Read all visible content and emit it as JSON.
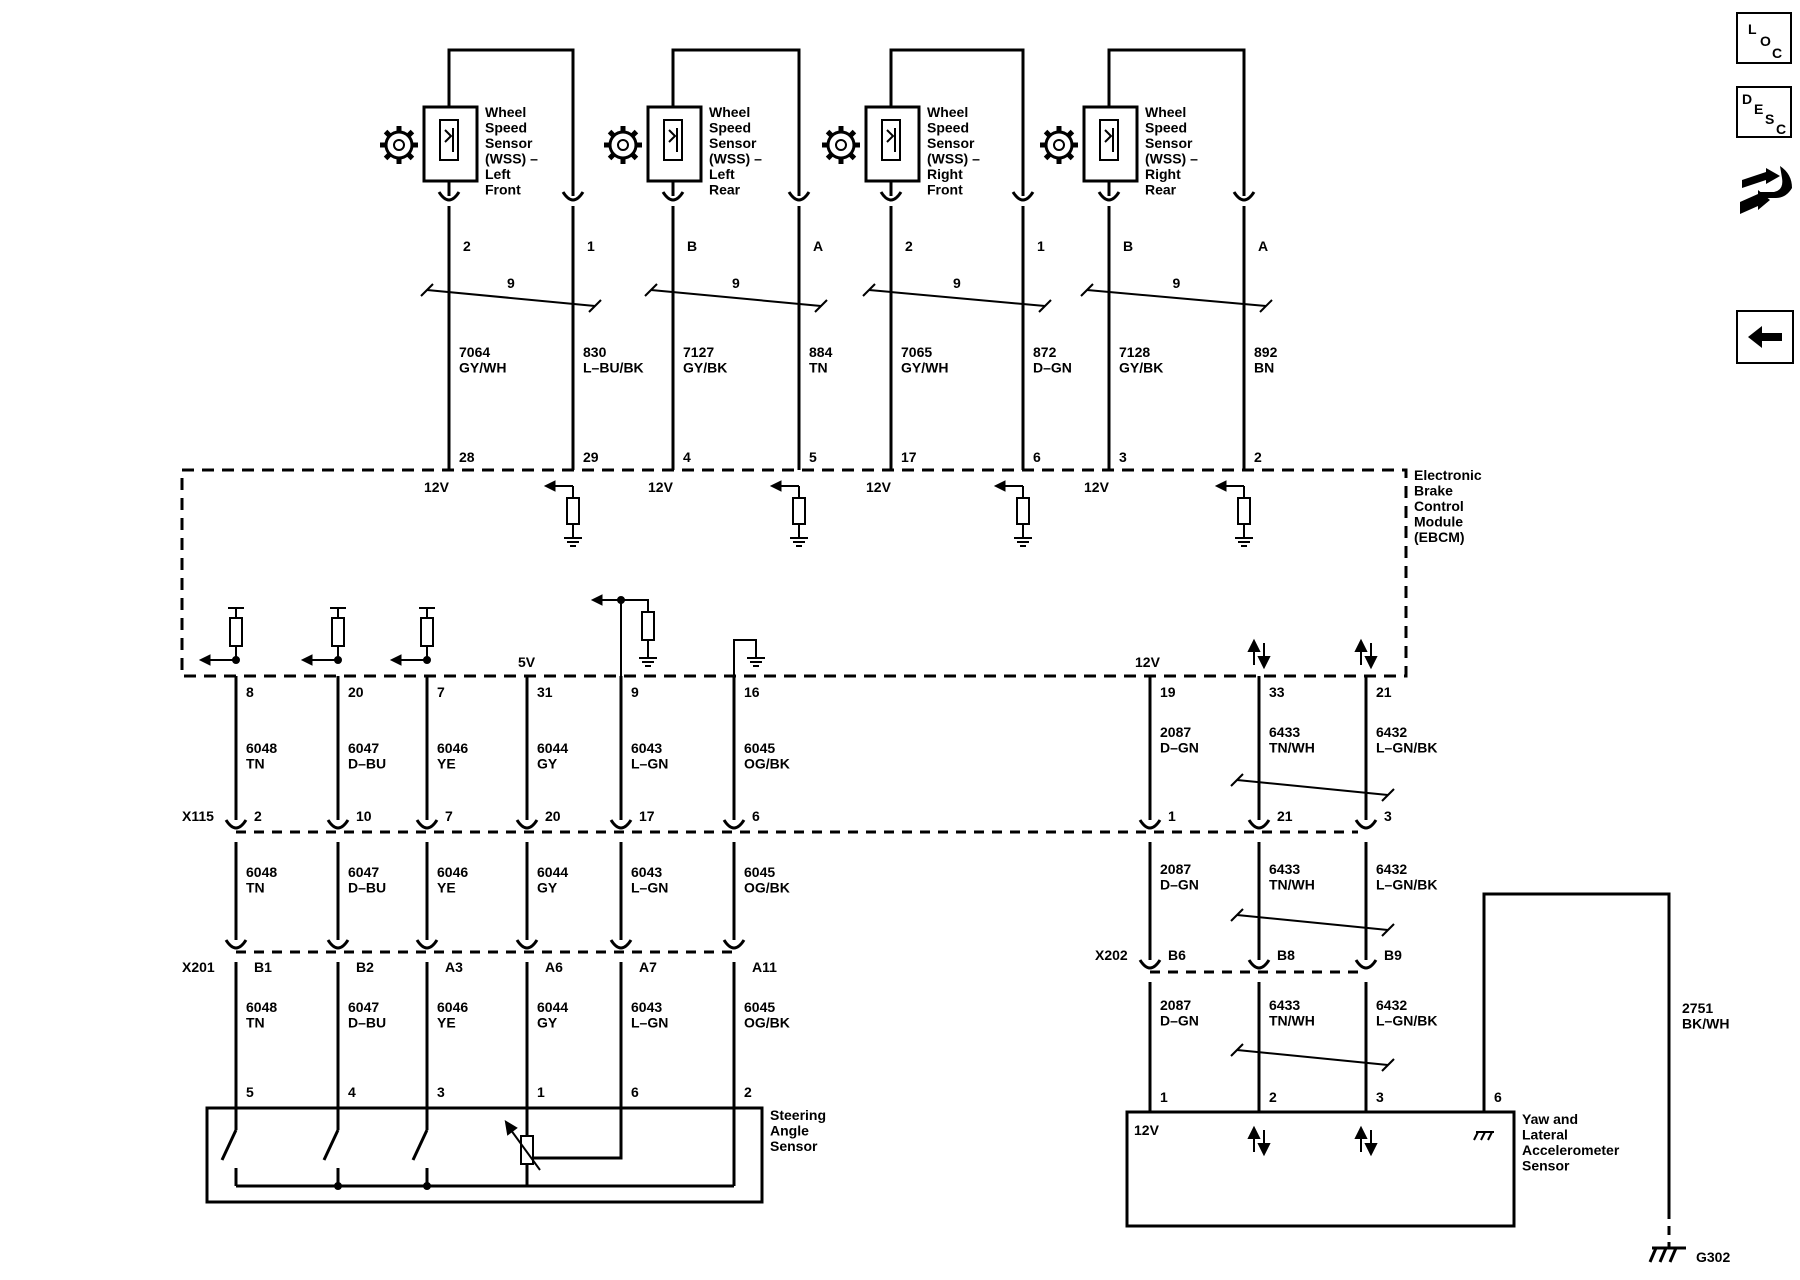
{
  "wheel_sensors": [
    {
      "name": "Wheel\nSpeed\nSensor\n(WSS) –\nLeft\nFront",
      "pin_sig": "2",
      "pin_low": "1",
      "circuit_sig": "7064",
      "color_sig": "GY/WH",
      "circuit_low": "830",
      "color_low": "L–BU/BK",
      "ebcm_sig": "28",
      "ebcm_low": "29",
      "voltage": "12V",
      "twist": "9"
    },
    {
      "name": "Wheel\nSpeed\nSensor\n(WSS) –\nLeft\nRear",
      "pin_sig": "B",
      "pin_low": "A",
      "circuit_sig": "7127",
      "color_sig": "GY/BK",
      "circuit_low": "884",
      "color_low": "TN",
      "ebcm_sig": "4",
      "ebcm_low": "5",
      "voltage": "12V",
      "twist": "9"
    },
    {
      "name": "Wheel\nSpeed\nSensor\n(WSS) –\nRight\nFront",
      "pin_sig": "2",
      "pin_low": "1",
      "circuit_sig": "7065",
      "color_sig": "GY/WH",
      "circuit_low": "872",
      "color_low": "D–GN",
      "ebcm_sig": "17",
      "ebcm_low": "6",
      "voltage": "12V",
      "twist": "9"
    },
    {
      "name": "Wheel\nSpeed\nSensor\n(WSS) –\nRight\nRear",
      "pin_sig": "B",
      "pin_low": "A",
      "circuit_sig": "7128",
      "color_sig": "GY/BK",
      "circuit_low": "892",
      "color_low": "BN",
      "ebcm_sig": "3",
      "ebcm_low": "2",
      "voltage": "12V",
      "twist": "9"
    }
  ],
  "ebcm_label": "Electronic\nBrake\nControl\nModule\n(EBCM)",
  "steering_wires": [
    {
      "ebcm_pin": "8",
      "circuit": "6048",
      "color": "TN",
      "x115": "2",
      "x201": "B1",
      "sensor_pin": "5"
    },
    {
      "ebcm_pin": "20",
      "circuit": "6047",
      "color": "D–BU",
      "x115": "10",
      "x201": "B2",
      "sensor_pin": "4"
    },
    {
      "ebcm_pin": "7",
      "circuit": "6046",
      "color": "YE",
      "x115": "7",
      "x201": "A3",
      "sensor_pin": "3"
    },
    {
      "ebcm_pin": "31",
      "circuit": "6044",
      "color": "GY",
      "x115": "20",
      "x201": "A6",
      "sensor_pin": "1"
    },
    {
      "ebcm_pin": "9",
      "circuit": "6043",
      "color": "L–GN",
      "x115": "17",
      "x201": "A7",
      "sensor_pin": "6"
    },
    {
      "ebcm_pin": "16",
      "circuit": "6045",
      "color": "OG/BK",
      "x115": "6",
      "x201": "A11",
      "sensor_pin": "2"
    }
  ],
  "ebcm_5v": "5V",
  "yaw_wires": [
    {
      "ebcm_pin": "19",
      "circuit": "2087",
      "color": "D–GN",
      "x115": "1",
      "x202": "B6",
      "sensor_pin": "1"
    },
    {
      "ebcm_pin": "33",
      "circuit": "6433",
      "color": "TN/WH",
      "x115": "21",
      "x202": "B8",
      "sensor_pin": "2"
    },
    {
      "ebcm_pin": "21",
      "circuit": "6432",
      "color": "L–GN/BK",
      "x115": "3",
      "x202": "B9",
      "sensor_pin": "3"
    }
  ],
  "ebcm_12v_lower": "12V",
  "connectors": {
    "x115": "X115",
    "x201": "X201",
    "x202": "X202"
  },
  "steering_sensor_label": "Steering\nAngle\nSensor",
  "yaw_sensor_label": "Yaw and\nLateral\nAccelerometer\nSensor",
  "yaw_sensor_12v": "12V",
  "ground_wire": {
    "circuit": "2751",
    "color": "BK/WH",
    "sensor_pin": "6",
    "ground": "G302"
  },
  "side_buttons": {
    "loc": [
      "L",
      "O",
      "C"
    ],
    "desc": [
      "D",
      "E",
      "S",
      "C"
    ]
  }
}
